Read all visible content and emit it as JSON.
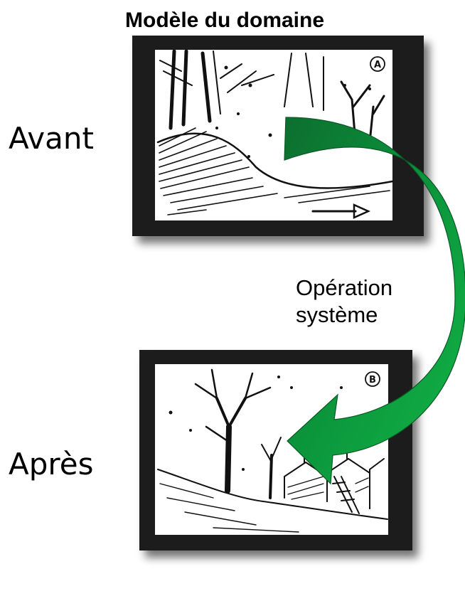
{
  "title": "Modèle du domaine",
  "before": {
    "label": "Avant",
    "panel_tag": "A"
  },
  "after": {
    "label": "Après",
    "panel_tag": "B"
  },
  "operation": {
    "line1": "Opération",
    "line2": "système"
  },
  "colors": {
    "arrow_fill": "#0a9a3c",
    "arrow_dark": "#0d6e2f",
    "frame": "#1c1c1c",
    "ink": "#111111"
  }
}
